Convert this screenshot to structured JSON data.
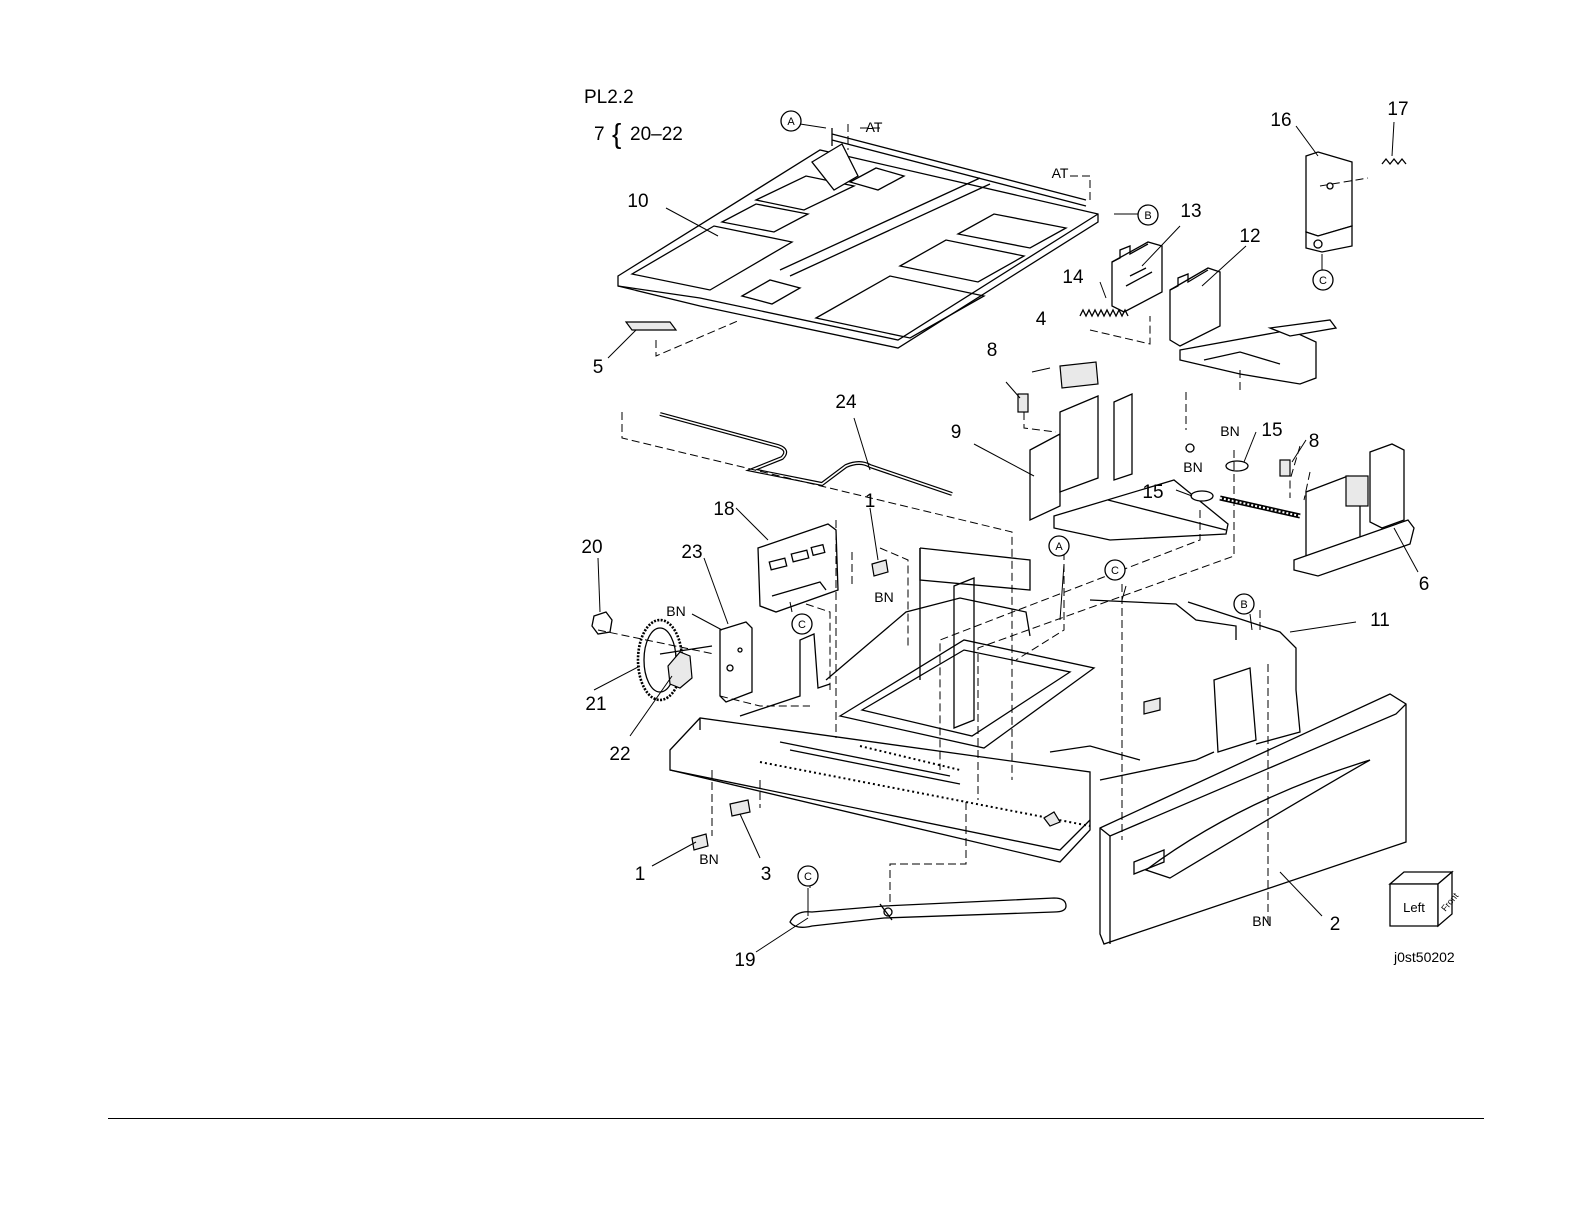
{
  "plate": {
    "id": "PL2.2",
    "kit_ref": "7",
    "kit_range": "20–22"
  },
  "callouts": [
    "1",
    "1",
    "2",
    "3",
    "4",
    "5",
    "6",
    "8",
    "8",
    "9",
    "10",
    "11",
    "12",
    "13",
    "14",
    "15",
    "15",
    "16",
    "17",
    "18",
    "19",
    "20",
    "21",
    "22",
    "23",
    "24"
  ],
  "tags": {
    "at": "AT",
    "bn": "BN"
  },
  "ref_circles": {
    "a": "A",
    "b": "B",
    "c": "C"
  },
  "orientation_cube": {
    "left": "Left",
    "front": "Front"
  },
  "image_code": "j0st50202"
}
